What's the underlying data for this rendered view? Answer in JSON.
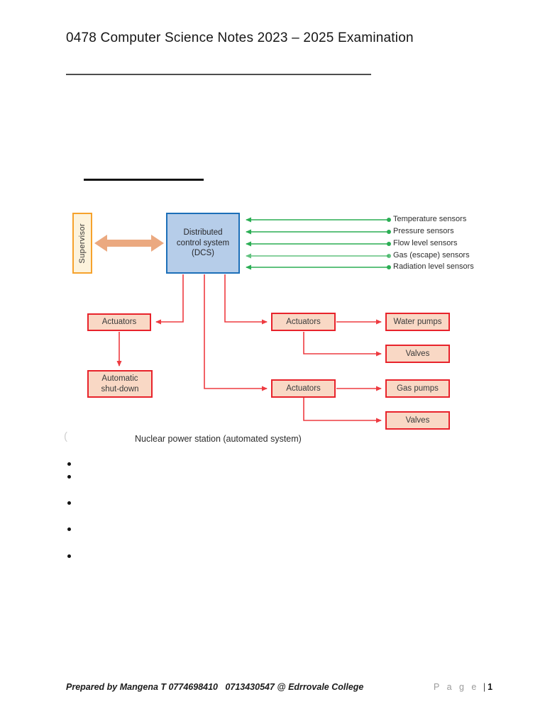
{
  "header": {
    "title": "0478 Computer Science Notes 2023 – 2025 Examination"
  },
  "diagram": {
    "supervisor_label": "Supervisor",
    "dcs_lines": [
      "Distributed",
      "control system",
      "(DCS)"
    ],
    "sensors": [
      "Temperature sensors",
      "Pressure sensors",
      "Flow level sensors",
      "Gas (escape) sensors",
      "Radiation level sensors"
    ],
    "boxes": {
      "actuators_left": "Actuators",
      "automatic_shutdown_lines": [
        "Automatic",
        "shut-down"
      ],
      "actuators_top": "Actuators",
      "actuators_bottom": "Actuators",
      "water_pumps": "Water pumps",
      "valves_top": "Valves",
      "gas_pumps": "Gas pumps",
      "valves_bottom": "Valves"
    },
    "caption": "Nuclear power station (automated system)",
    "faint_mark": "(",
    "colors": {
      "supervisor_border": "#f6a22c",
      "supervisor_fill": "#fdf3dc",
      "dcs_border": "#1c6fb8",
      "dcs_fill": "#b6cde9",
      "red_box_border": "#e8232b",
      "red_box_fill": "#f9d8c5",
      "connector_red": "#ee3b41",
      "sensor_green": "#2bae54",
      "arrow_salmon": "#eba980"
    }
  },
  "footer": {
    "prepared_by": "Prepared by Mangena T 0774698410   0713430547 @ Edrrovale College",
    "page_word": "P a g e",
    "page_separator": "|",
    "page_number": "1"
  }
}
